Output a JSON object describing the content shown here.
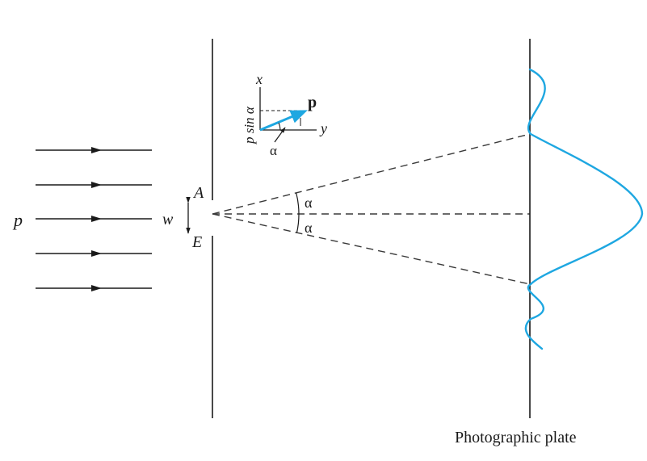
{
  "labels": {
    "momentum": "p",
    "width": "w",
    "edge_top": "A",
    "edge_bottom": "E",
    "angle_upper": "α",
    "angle_lower": "α",
    "plate": "Photographic plate"
  },
  "inset": {
    "axis_x": "x",
    "axis_y": "y",
    "vector": "p",
    "component": "p sin α",
    "angle": "α"
  },
  "colors": {
    "ink": "#1a1a1a",
    "pattern": "#1ea7e1"
  }
}
